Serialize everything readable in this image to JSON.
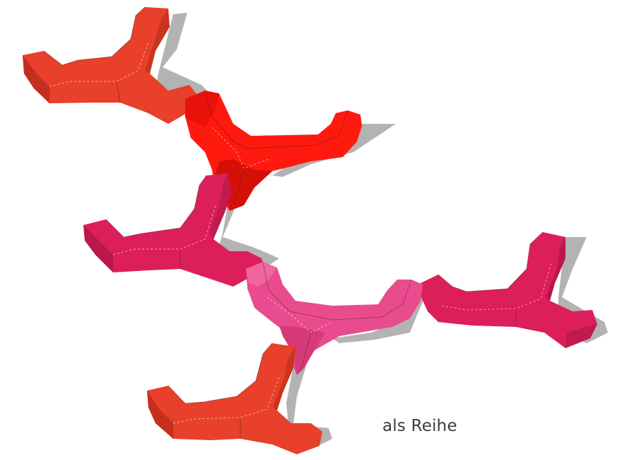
{
  "caption": "als Reihe",
  "colors": {
    "orange_red": "#E8402A",
    "bright_red": "#FF1A10",
    "crimson": "#DC1F5A",
    "pink": "#E94C8E",
    "shadow": "#9A9A9A",
    "background": "#FFFFFF",
    "text": "#3C3C3C"
  },
  "shapes": [
    {
      "name": "tripod-orange-top-left",
      "color": "orange_red"
    },
    {
      "name": "tripod-red-top",
      "color": "bright_red"
    },
    {
      "name": "tripod-crimson-middle-left",
      "color": "crimson"
    },
    {
      "name": "tripod-crimson-right",
      "color": "crimson"
    },
    {
      "name": "tripod-pink-center",
      "color": "pink"
    },
    {
      "name": "tripod-orange-bottom",
      "color": "orange_red"
    }
  ]
}
